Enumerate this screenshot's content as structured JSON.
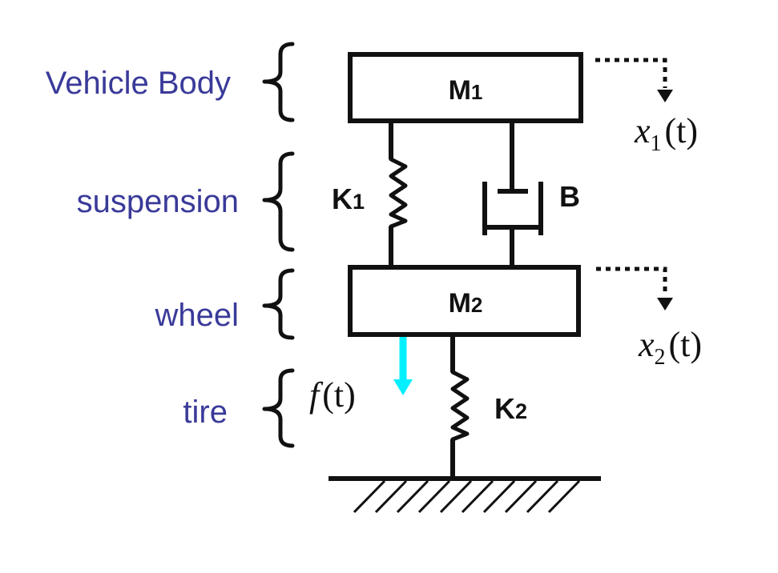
{
  "diagram": {
    "title": "Quarter-car suspension model",
    "side_labels": {
      "vehicle_body": "Vehicle Body",
      "suspension": "suspension",
      "wheel": "wheel",
      "tire": "tire"
    },
    "masses": {
      "m1": {
        "letter": "M",
        "sub": "1"
      },
      "m2": {
        "letter": "M",
        "sub": "2"
      }
    },
    "springs": {
      "k1": {
        "letter": "K",
        "sub": "1"
      },
      "k2": {
        "letter": "K",
        "sub": "2"
      }
    },
    "damper": {
      "label": "B"
    },
    "displacements": {
      "x1": {
        "var": "x",
        "sub": "1",
        "arg": "(t)"
      },
      "x2": {
        "var": "x",
        "sub": "2",
        "arg": "(t)"
      }
    },
    "force": {
      "var": "f",
      "arg": "(t)",
      "color": "#00f0ff"
    },
    "colors": {
      "label_color": "#3a3a9a",
      "line_color": "#111111"
    }
  }
}
